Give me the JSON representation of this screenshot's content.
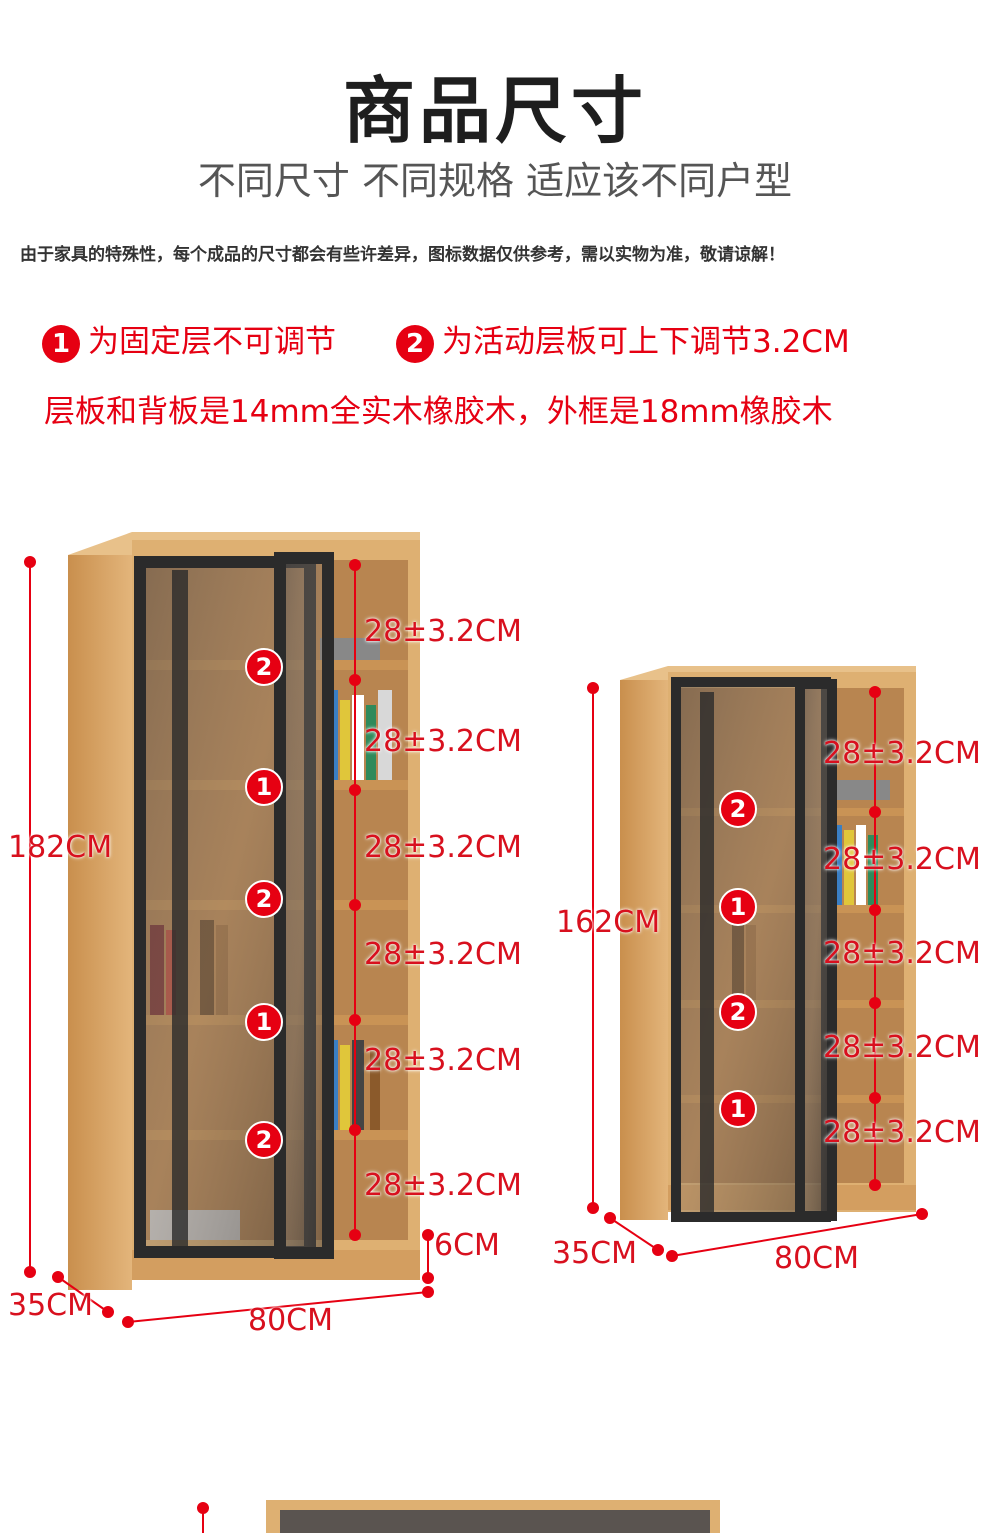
{
  "header": {
    "title": "商品尺寸",
    "subtitle": "不同尺寸 不同规格 适应该不同户型",
    "disclaimer": "由于家具的特殊性，每个成品的尺寸都会有些许差异，图标数据仅供参考，需以实物为准，敬请谅解！"
  },
  "notes": {
    "fixed_num": "1",
    "fixed_text": "为固定层不可调节",
    "movable_num": "2",
    "movable_text": "为活动层板可上下调节3.2CM",
    "material": "层板和背板是14mm全实木橡胶木，外框是18mm橡胶木"
  },
  "cabinet_large": {
    "height": "182CM",
    "depth": "35CM",
    "width": "80CM",
    "base": "6CM",
    "gaps": [
      "28±3.2CM",
      "28±3.2CM",
      "28±3.2CM",
      "28±3.2CM",
      "28±3.2CM",
      "28±3.2CM"
    ],
    "shelf_badges": [
      "2",
      "1",
      "2",
      "1",
      "2"
    ]
  },
  "cabinet_small": {
    "height": "162CM",
    "depth": "35CM",
    "width": "80CM",
    "gaps": [
      "28±3.2CM",
      "28±3.2CM",
      "28±3.2CM",
      "28±3.2CM",
      "28±3.2CM"
    ],
    "shelf_badges": [
      "2",
      "1",
      "2",
      "1"
    ]
  },
  "colors": {
    "accent": "#e60012",
    "wood": "#d9a86a",
    "frame": "#2b2b2b"
  }
}
